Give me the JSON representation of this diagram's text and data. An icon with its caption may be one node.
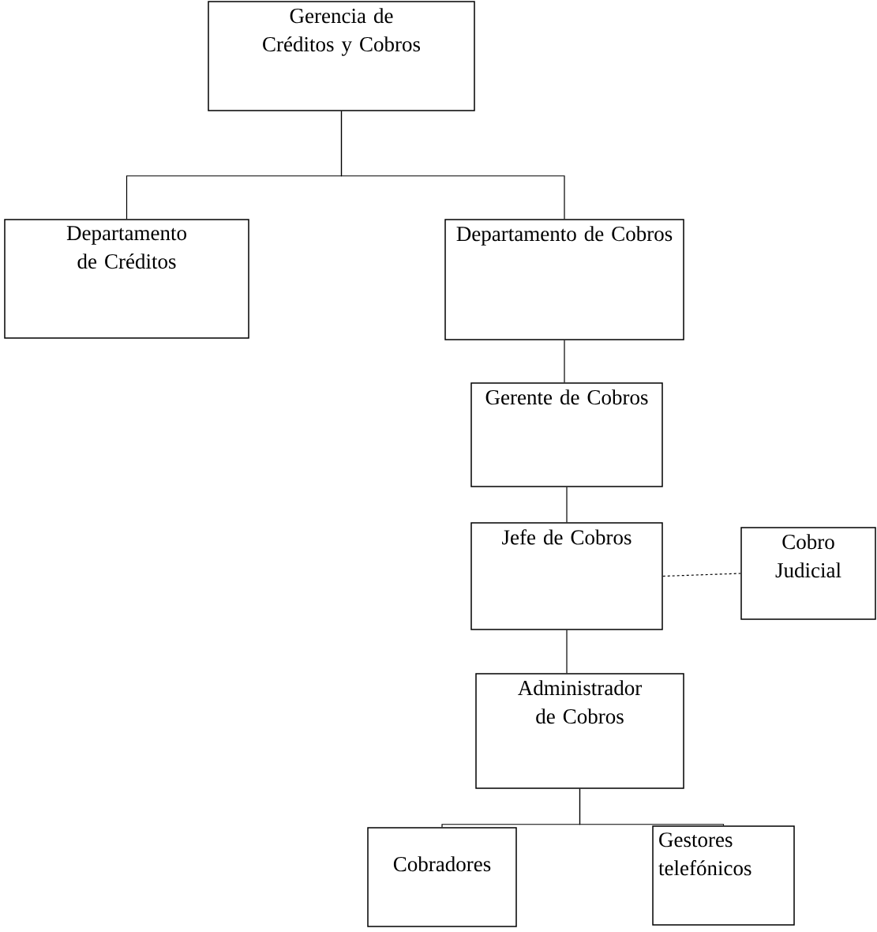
{
  "diagram": {
    "nodes": [
      {
        "text": [
          "Gerencia de Créditos y Cobros"
        ]
      },
      {
        "text": [
          "Departamento de Créditos"
        ]
      },
      {
        "text": [
          "Departamento de Cobros"
        ]
      },
      {
        "text": [
          "Gerente de Cobros"
        ]
      },
      {
        "text": [
          "Jefe de Cobros"
        ]
      },
      {
        "text": [
          "Cobro Judicial"
        ]
      },
      {
        "text": [
          "Administrador de Cobros"
        ]
      },
      {
        "text": [
          "Cobradores"
        ]
      },
      {
        "text": [
          "Gestores telefónicos"
        ]
      }
    ],
    "edges": [
      {
        "from": 0,
        "to": 1,
        "arrow": "none"
      },
      {
        "from": 0,
        "to": 2,
        "arrow": "none"
      },
      {
        "from": 2,
        "to": 3,
        "arrow": "none"
      },
      {
        "from": 3,
        "to": 4,
        "arrow": "none"
      },
      {
        "from": 4,
        "to": 5,
        "arrow": "none",
        "style": "dashed"
      },
      {
        "from": 4,
        "to": 6,
        "arrow": "none"
      },
      {
        "from": 6,
        "to": 7,
        "arrow": "none"
      },
      {
        "from": 6,
        "to": 8,
        "arrow": "none"
      }
    ]
  }
}
